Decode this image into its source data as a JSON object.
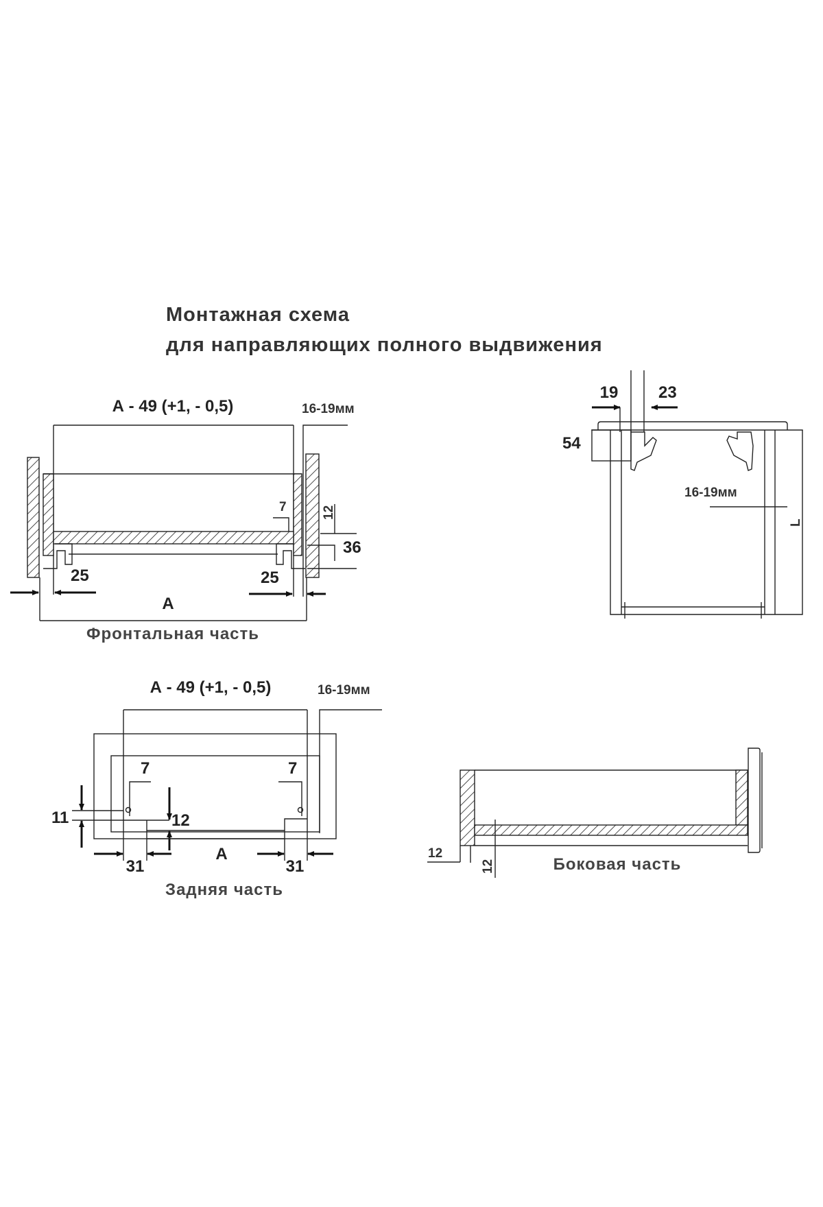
{
  "title": {
    "line1": "Монтажная схема",
    "line2": "для направляющих полного выдвижения"
  },
  "front": {
    "caption": "Фронтальная часть",
    "width_formula": "А - 49 (+1, - 0,5)",
    "thickness": "16-19мм",
    "dim_7": "7",
    "dim_12": "12",
    "dim_36": "36",
    "dim_25_left": "25",
    "dim_25_right": "25",
    "dim_A": "А"
  },
  "top": {
    "dim_19": "19",
    "dim_23": "23",
    "dim_54": "54",
    "thickness": "16-19мм",
    "dim_L": "L"
  },
  "rear": {
    "caption": "Задняя часть",
    "width_formula": "А - 49 (+1, - 0,5)",
    "thickness": "16-19мм",
    "dim_7_left": "7",
    "dim_7_right": "7",
    "dim_11": "11",
    "dim_12": "12",
    "dim_31_left": "31",
    "dim_31_right": "31",
    "dim_A": "А"
  },
  "side": {
    "caption": "Боковая часть",
    "dim_12_horizontal": "12",
    "dim_12_vertical": "12"
  }
}
